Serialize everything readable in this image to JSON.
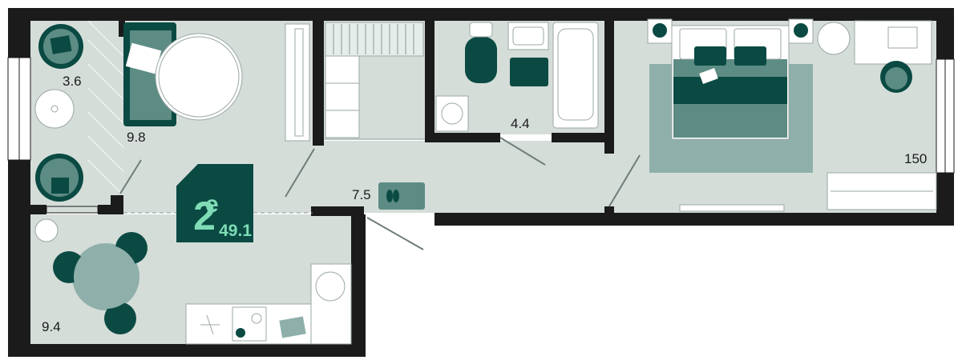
{
  "apartment": {
    "rooms_code": "2",
    "rooms_suffix": "e",
    "total_area": "49.1"
  },
  "rooms": {
    "balcony": "3.6",
    "living": "9.8",
    "bathroom": "4.4",
    "hall": "7.5",
    "kitchen": "9.4",
    "bedroom": "150"
  },
  "colors": {
    "wall": "#1b1b1b",
    "floor": "#d5ddd9",
    "accent_dark": "#0a4a43",
    "accent_mid": "#5d8c84",
    "accent_light": "#8fb0aa",
    "badge_text": "#7fdcb6"
  }
}
